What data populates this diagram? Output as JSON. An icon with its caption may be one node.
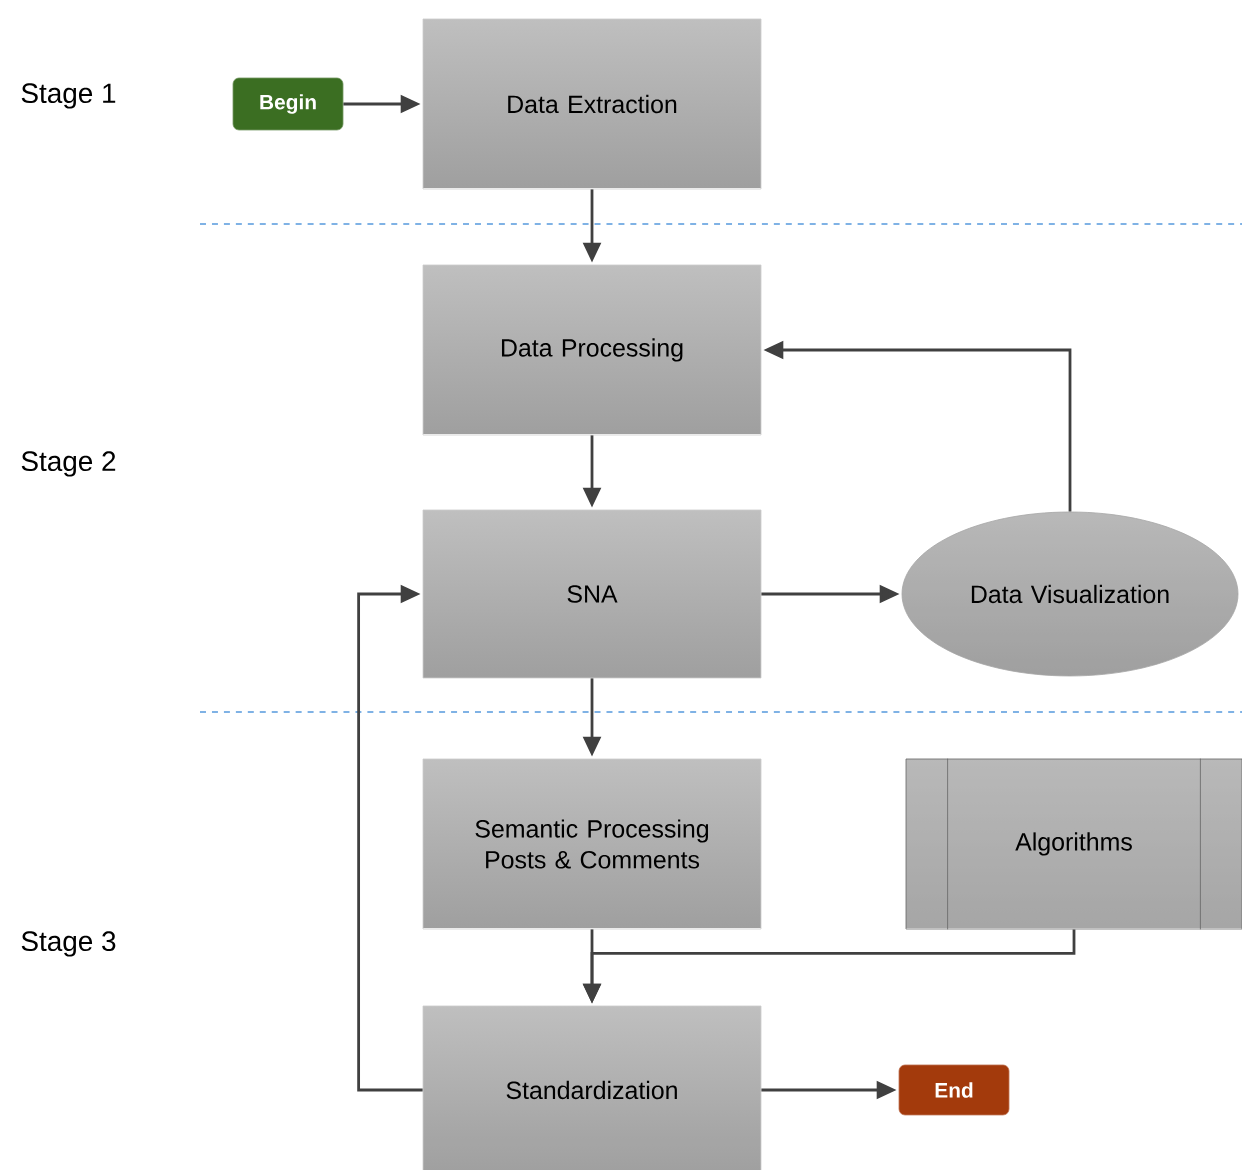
{
  "diagram": {
    "nodes": [
      {
        "text": [
          "Begin"
        ]
      },
      {
        "text": [
          "Data Extraction"
        ]
      },
      {
        "text": [
          "Data Processing"
        ]
      },
      {
        "text": [
          "SNA"
        ]
      },
      {
        "text": [
          "Data Visualization"
        ]
      },
      {
        "text": [
          "Semantic Processing Posts & Comments"
        ]
      },
      {
        "text": [
          "Algorithms"
        ]
      },
      {
        "text": [
          "Standardization"
        ]
      },
      {
        "text": [
          "End"
        ]
      }
    ],
    "edges": [
      {
        "from": 0,
        "to": 1,
        "arrow": "to"
      },
      {
        "from": 1,
        "to": 2,
        "arrow": "to"
      },
      {
        "from": 2,
        "to": 3,
        "arrow": "to"
      },
      {
        "from": 3,
        "to": 4,
        "arrow": "to"
      },
      {
        "from": 4,
        "to": 2,
        "arrow": "to"
      },
      {
        "from": 3,
        "to": 5,
        "arrow": "to"
      },
      {
        "from": 5,
        "to": 7,
        "arrow": "to"
      },
      {
        "from": 6,
        "to": 7,
        "arrow": "to"
      },
      {
        "from": 7,
        "to": 3,
        "arrow": "to"
      },
      {
        "from": 7,
        "to": 8,
        "arrow": "to"
      }
    ],
    "labels": [
      "Stage 1",
      "Stage 2",
      "Stage 3"
    ]
  }
}
